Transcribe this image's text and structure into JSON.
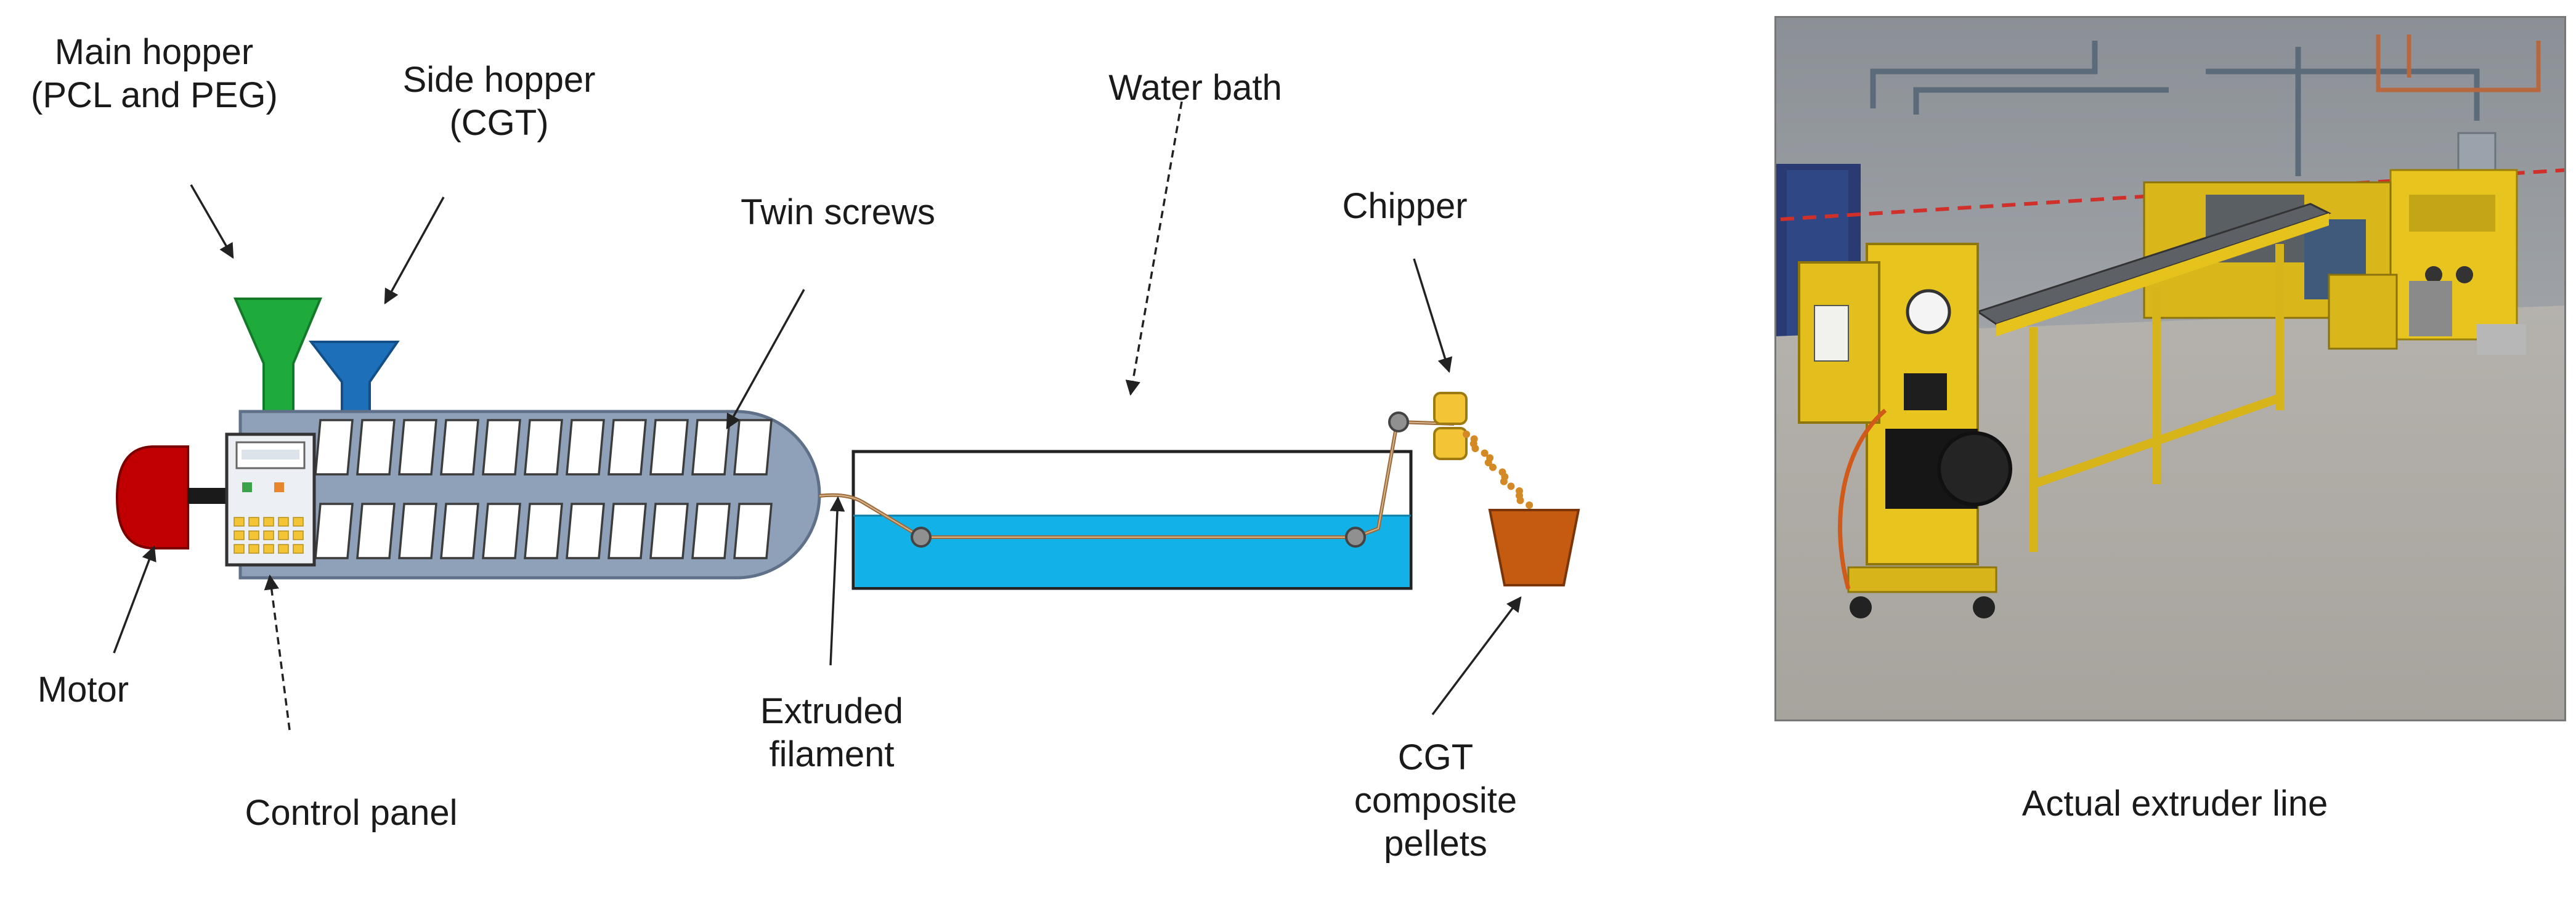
{
  "labels": {
    "main_hopper": [
      "Main hopper",
      "(PCL and PEG)"
    ],
    "side_hopper": [
      "Side hopper",
      "(CGT)"
    ],
    "water_bath": "Water bath",
    "twin_screws": "Twin screws",
    "chipper": "Chipper",
    "motor": "Motor",
    "control_panel": "Control panel",
    "extruded_filament": [
      "Extruded",
      "filament"
    ],
    "pellets": [
      "CGT",
      "composite",
      "pellets"
    ],
    "photo_caption": "Actual extruder line"
  },
  "colors": {
    "main_hopper": "#1faa3c",
    "side_hopper": "#1c6fb8",
    "barrel": "#8fa1b8",
    "motor": "#c00000",
    "water": "#12b2e8",
    "filament": "#9b6a3a",
    "chipper": "#f3c536",
    "pellets_bin": "#c55a11",
    "machine_yellow": "#e8c51e"
  },
  "icons": {
    "photo": "extruder-line-photo"
  }
}
